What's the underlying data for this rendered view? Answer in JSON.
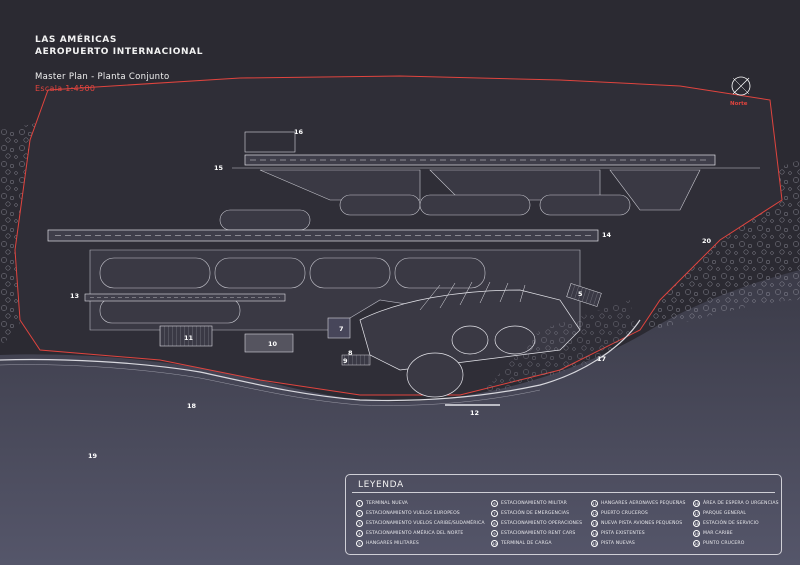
{
  "header": {
    "title_line1": "LAS AMÉRICAS",
    "title_line2": "AEROPUERTO INTERNACIONAL",
    "subtitle": "Master Plan - Planta Conjunto",
    "scale": "Escala 1:4500"
  },
  "north_label": "Norte",
  "colors": {
    "background": "#2b2a32",
    "sea": "#4a4a5c",
    "accent_red": "#e0443e",
    "line": "#d8d8de"
  },
  "plan_numbers": {
    "n5": "5",
    "n7": "7",
    "n8": "8",
    "n9": "9",
    "n10": "10",
    "n11": "11",
    "n12": "12",
    "n13": "13",
    "n14": "14",
    "n15": "15",
    "n16": "16",
    "n17": "17",
    "n18": "18",
    "n19": "19",
    "n20": "20"
  },
  "legend": {
    "title": "LEYENDA",
    "columns": [
      [
        {
          "n": "1",
          "label": "TERMINAL NUEVA"
        },
        {
          "n": "2",
          "label": "ESTACIONAMIENTO VUELOS EUROPEOS"
        },
        {
          "n": "3",
          "label": "ESTACIONAMIENTO VUELOS CARIBE/SUDAMÉRICA"
        },
        {
          "n": "4",
          "label": "ESTACIONAMIENTO AMÉRICA DEL NORTE"
        },
        {
          "n": "5",
          "label": "HANGARES MILITARES"
        }
      ],
      [
        {
          "n": "6",
          "label": "ESTACIONAMIENTO MILITAR"
        },
        {
          "n": "7",
          "label": "ESTACIÓN DE EMERGENCIAS"
        },
        {
          "n": "8",
          "label": "ESTACIONAMIENTO OPERACIONES"
        },
        {
          "n": "9",
          "label": "ESTACIONAMIENTO RENT CARS"
        },
        {
          "n": "10",
          "label": "TERMINAL DE CARGA"
        }
      ],
      [
        {
          "n": "11",
          "label": "HANGARES AERONAVES PEQUEÑAS"
        },
        {
          "n": "12",
          "label": "PUERTO CRUCEROS"
        },
        {
          "n": "13",
          "label": "NUEVA PISTA AVIONES PEQUEÑOS"
        },
        {
          "n": "14",
          "label": "PISTA EXISTENTES"
        },
        {
          "n": "15",
          "label": "PISTA NUEVAS"
        }
      ],
      [
        {
          "n": "16",
          "label": "ÁREA DE ESPERA O URGENCIAS"
        },
        {
          "n": "17",
          "label": "PARQUE GENERAL"
        },
        {
          "n": "18",
          "label": "ESTACIÓN DE SERVICIO"
        },
        {
          "n": "19",
          "label": "MAR CARIBE"
        },
        {
          "n": "20",
          "label": "PUNTO CRUCERO"
        }
      ]
    ]
  }
}
